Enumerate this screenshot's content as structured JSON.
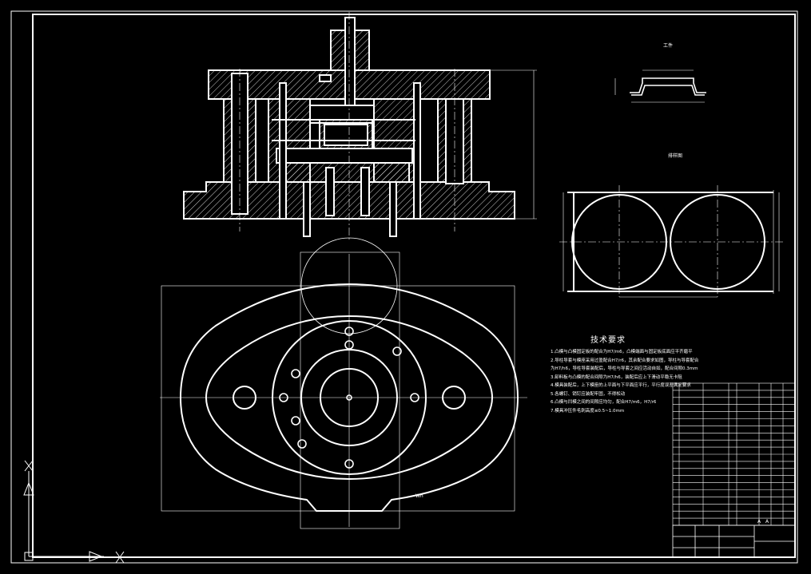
{
  "drawing": {
    "notes_title": "技术要求",
    "notes": [
      "1.凸模与凸模固定板的配合为H7/m6，凸模端面与固定板底面应平齐磨平",
      "2.导柱导套与模座采用过盈配合H7/r6，其余配合要求如图，导柱与导套配合",
      "  为H7/h6，导柱导套装配后，导柱与导套之间应活动自如，配合间隙0.3mm",
      "3.卸料板与凸模的配合间隙为H7/h6，装配后应上下滑动平稳无卡阻",
      "4.模具装配后，上下模座的上平面与下平面应平行，平行度误差满足要求",
      "5.各螺钉、销钉应装配牢固，不得松动",
      "6.凸模与凹模之间的间隙应均匀，配合H7/m6，H7/r6",
      "7.模具冲压件毛刺高度≤0.5~1.0mm"
    ],
    "label_part": "工件",
    "label_layout": "排样图",
    "label_wh": "Wh",
    "title_block_marks": [
      "A",
      "A"
    ]
  }
}
